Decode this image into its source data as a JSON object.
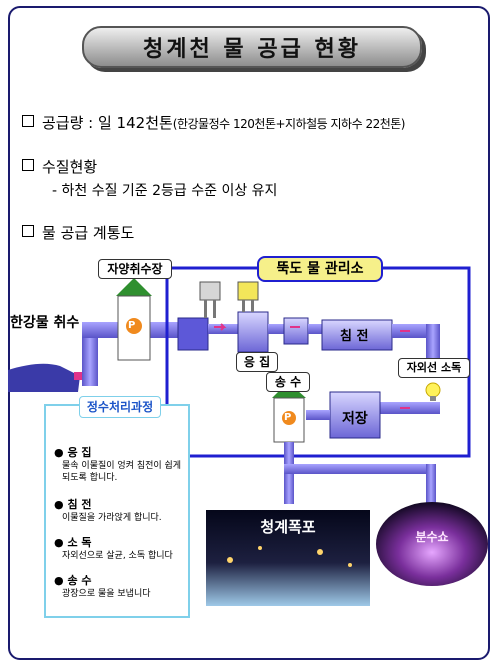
{
  "title": "청계천 물 공급 현황",
  "supply": {
    "label": "공급량 : 일 142천톤",
    "detail": "(한강물정수 120천톤+지하철등 지하수 22천톤)"
  },
  "quality": {
    "label": "수질현황",
    "detail": "- 하천 수질 기준 2등급 수준 이상 유지"
  },
  "flow_title": "물 공급 계통도",
  "diagram": {
    "intake_station": "자양취수장",
    "han_river_intake": "한강물 취수",
    "management_office": "뚝도 물 관리소",
    "coagulation": "응 집",
    "sedimentation": "침 전",
    "uv_disinfection": "자외선 소독",
    "transmission": "송 수",
    "storage": "저장",
    "pump_letter": "P"
  },
  "process_panel": {
    "title": "정수처리과정",
    "steps": [
      {
        "name": "응 집",
        "desc": "물속 이물질이 엉켜 침전이 쉽게 되도록 합니다."
      },
      {
        "name": "침 전",
        "desc": "이물질을 가라앉게 합니다."
      },
      {
        "name": "소 독",
        "desc": "자외선으로 살균, 소독 합니다"
      },
      {
        "name": "송 수",
        "desc": "광장으로 물을 보냅니다"
      }
    ]
  },
  "photos": {
    "waterfall": "청계폭포",
    "fountain": "분수쇼"
  },
  "colors": {
    "pipe": "#8b85f0",
    "pipe_dark": "#5a54c8",
    "office_border": "#1f1fd0",
    "tower_green": "#2f8f2f",
    "pump_orange": "#f08a1e"
  }
}
